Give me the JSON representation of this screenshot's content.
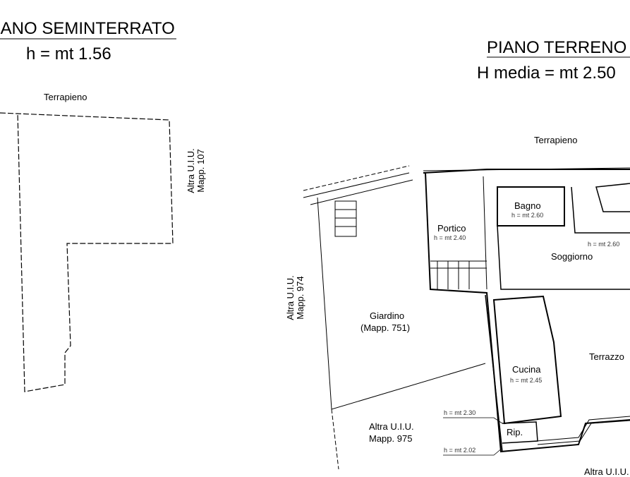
{
  "left_plan": {
    "title": "PIANO SEMINTERRATO",
    "height": "h = mt 1.56",
    "labels": {
      "terrapieno": "Terrapieno",
      "altra_1": "Altra U.I.U.",
      "altra_2": "Mapp. 107"
    }
  },
  "right_plan": {
    "title": "PIANO TERRENO",
    "height": "H media = mt 2.50",
    "labels": {
      "terrapieno": "Terrapieno",
      "altra974_1": "Altra U.I.U.",
      "altra974_2": "Mapp. 974",
      "giardino_1": "Giardino",
      "giardino_2": "(Mapp. 751)",
      "altra975_1": "Altra U.I.U.",
      "altra975_2": "Mapp. 975",
      "terrazzo": "Terrazzo",
      "altra_bottom": "Altra U.I.U."
    },
    "rooms": [
      {
        "name": "Portico",
        "height": "h = mt 2.40"
      },
      {
        "name": "Bagno",
        "height": "h = mt 2.60"
      },
      {
        "name": "Soggiorno",
        "height": "h = mt 2.60"
      },
      {
        "name": "Cucina",
        "height": "h = mt 2.45"
      },
      {
        "name": "Rip.",
        "height": ""
      }
    ],
    "callouts": [
      "h = mt 2.30",
      "h = mt 2.02"
    ]
  }
}
